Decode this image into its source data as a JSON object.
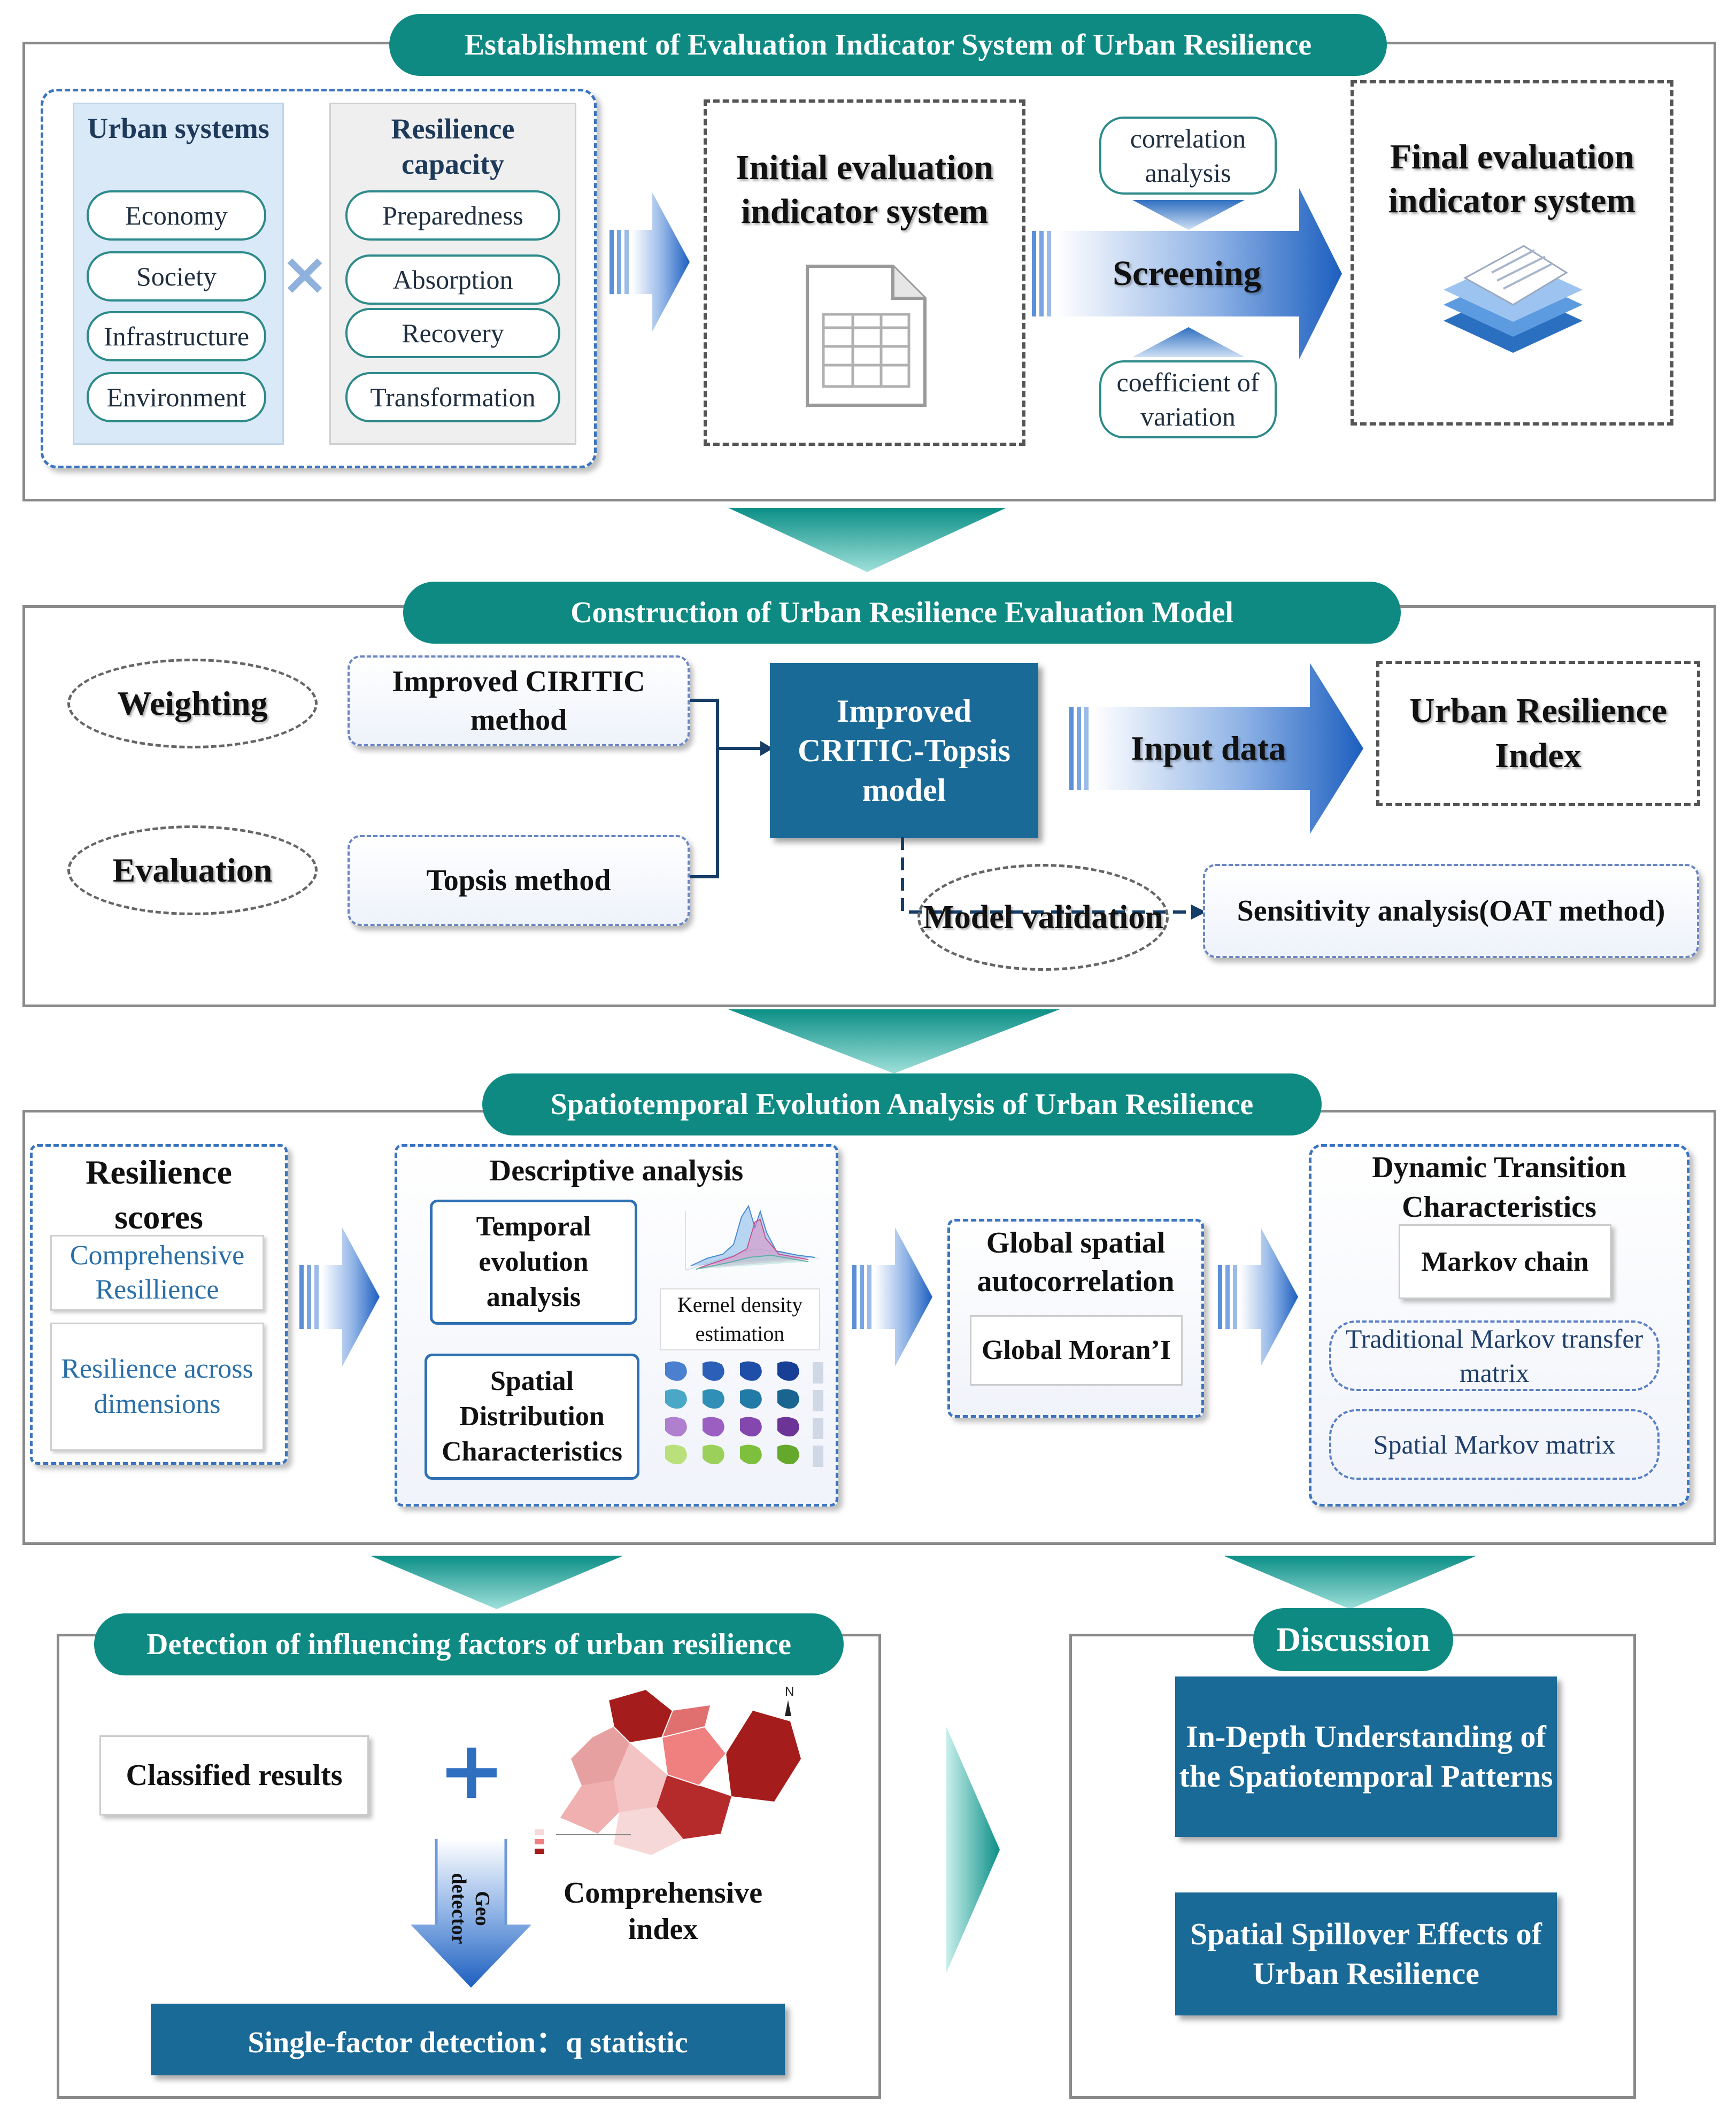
{
  "section1": {
    "title": "Establishment of Evaluation Indicator System of Urban Resilience",
    "urban_systems": {
      "heading": "Urban systems",
      "items": [
        "Economy",
        "Society",
        "Infrastructure",
        "Environment"
      ]
    },
    "resilience_capacity": {
      "heading": "Resilience capacity",
      "items": [
        "Preparedness",
        "Absorption",
        "Recovery",
        "Transformation"
      ]
    },
    "initial_system": "Initial evaluation indicator system",
    "correlation": "correlation analysis",
    "screening": "Screening",
    "coefficient": "coefficient of variation",
    "final_system": "Final evaluation indicator system"
  },
  "section2": {
    "title": "Construction of  Urban Resilience Evaluation Model",
    "weighting": "Weighting",
    "evaluation": "Evaluation",
    "improved_critic": "Improved CIRITIC method",
    "topsis": "Topsis method",
    "model": "Improved CRITIC-Topsis model",
    "input_data": "Input data",
    "index": "Urban Resilience Index",
    "validation": "Model validation",
    "sensitivity": "Sensitivity analysis(OAT method)"
  },
  "section3": {
    "title": "Spatiotemporal Evolution Analysis of Urban Resilience",
    "scores": "Resilience scores",
    "comprehensive": "Comprehensive Resillience",
    "across": "Resilience across dimensions",
    "descriptive": "Descriptive analysis",
    "temporal": "Temporal evolution analysis",
    "kernel": "Kernel density estimation",
    "spatial_dist": "Spatial Distribution Characteristics",
    "global": "Global spatial autocorrelation",
    "moran": "Global Moran’I",
    "dynamic": "Dynamic Transition Characteristics",
    "markov": "Markov chain",
    "traditional": "Traditional Markov transfer matrix",
    "spatial_markov": "Spatial Markov matrix"
  },
  "section4": {
    "title": "Detection of influencing factors of urban resilience",
    "classified": "Classified results",
    "geo": "Geo detector",
    "comprehensive_index": "Comprehensive index",
    "single_factor": "Single-factor detection：q statistic"
  },
  "section5": {
    "title": "Discussion",
    "item1": "In-Depth Understanding of the Spatiotemporal Patterns",
    "item2": "Spatial Spillover Effects of Urban Resilience"
  },
  "colors": {
    "teal": "#0e8a82",
    "blue_box": "#1a6a98",
    "arrow_blue": "#2f6fc0"
  }
}
